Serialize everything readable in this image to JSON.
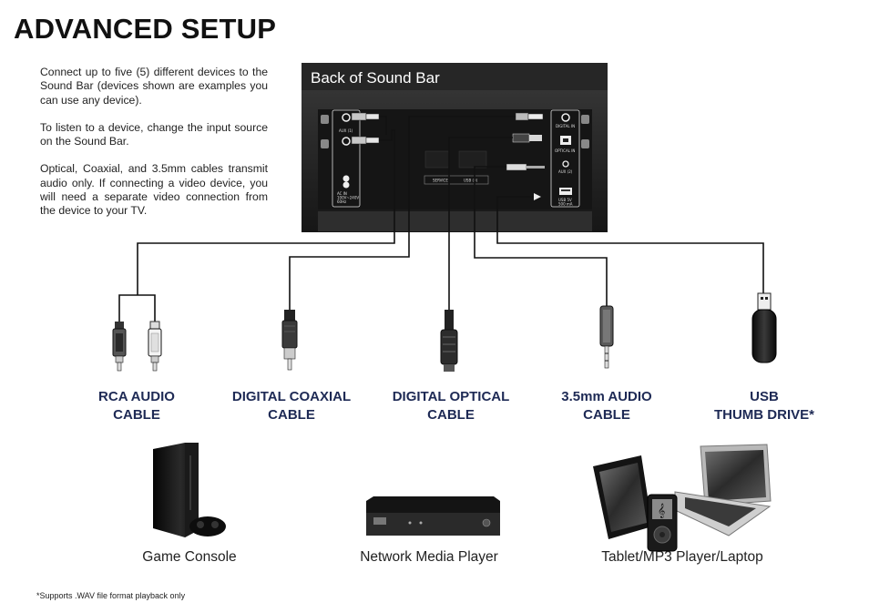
{
  "page": {
    "title": "ADVANCED SETUP",
    "intro": [
      "Connect up to five (5) different devices to the Sound Bar (devices shown are examples you can use any device).",
      "To listen to a device, change the input source on the Sound Bar.",
      "Optical, Coaxial, and 3.5mm cables transmit audio only. If connecting a video device, you will need a separate video connection from the device to your TV."
    ],
    "footnote": "*Supports .WAV file format playback only"
  },
  "soundbar": {
    "title": "Back of Sound Bar",
    "port_labels": {
      "aux1": "AUX (1)",
      "ac_in": "AC IN\n100V~240V\n60Hz",
      "service": "SERVICE",
      "usb_top": "USB (0)",
      "digital_in": "DIGITAL IN",
      "optical_in": "OPTICAL IN",
      "aux2": "AUX (2)",
      "usb_5v": "USB 5V\n500 mA"
    }
  },
  "cables": [
    {
      "label": "RCA AUDIO\nCABLE"
    },
    {
      "label": "DIGITAL COAXIAL\nCABLE"
    },
    {
      "label": "DIGITAL OPTICAL\nCABLE"
    },
    {
      "label": "3.5mm AUDIO\nCABLE"
    },
    {
      "label": "USB\nTHUMB DRIVE*"
    }
  ],
  "devices": [
    {
      "label": "Game Console"
    },
    {
      "label": "Network Media Player"
    },
    {
      "label": "Tablet/MP3 Player/Laptop"
    }
  ],
  "colors": {
    "soundbar_body": "#2b2b2b",
    "panel_face": "#1a1a1a",
    "cable_label": "#1e2a55",
    "wire": "#111111"
  }
}
